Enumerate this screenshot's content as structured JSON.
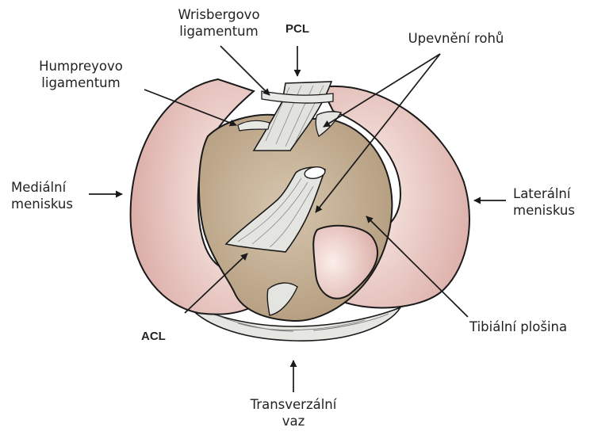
{
  "labels": {
    "wrisberg_l1": "Wrisbergovo",
    "wrisberg_l2": "ligamentum",
    "pcl": "PCL",
    "upevneni": "Upevnění rohů",
    "humpreyovo_l1": "Humpreyovo",
    "humpreyovo_l2": "ligamentum",
    "medialni_l1": "Mediální",
    "medialni_l2": "meniskus",
    "lateralni_l1": "Laterální",
    "lateralni_l2": "meniskus",
    "acl": "ACL",
    "tibialni": "Tibiální plošina",
    "transverzalni_l1": "Transverzální",
    "transverzalni_l2": "vaz"
  },
  "colors": {
    "meniscus": "#e8c3be",
    "meniscus_light": "#fbeeea",
    "plateau": "#c1aa8d",
    "plateau_light": "#d6c6ae",
    "ligament": "#e4e4e0",
    "outline": "#1a1a1a",
    "text": "#222222"
  }
}
